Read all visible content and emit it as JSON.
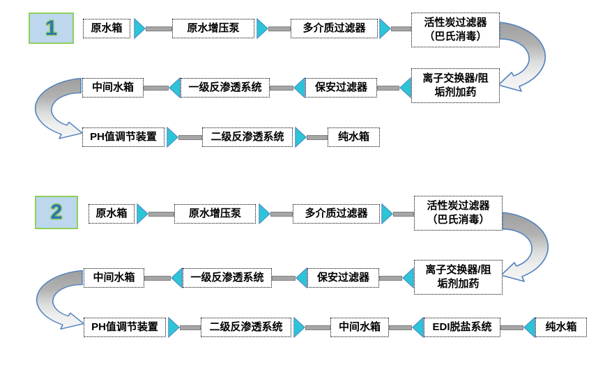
{
  "colors": {
    "arrowhead_fill": "#2CC5D8",
    "arrowhead_stroke": "#4F81BD",
    "connector_fill": "#A6A6A6",
    "connector_border": "#7F7F7F",
    "uturn_gray": "#A9A9A9",
    "uturn_light": "#F2F2F2",
    "badge_fill": "#BDD7EE",
    "badge_border": "#8FCE5A",
    "badge_number": "#2E74B5",
    "box_border": "#000000"
  },
  "flow1": {
    "badge": "1",
    "raw_water_tank": "原水箱",
    "booster_pump": "原水增压泵",
    "multimedia_filter": "多介质过滤器",
    "carbon_filter": "活性炭过滤器\n（巴氏消毒）",
    "ion_exchanger": "离子交换器/阻\n垢剂加药",
    "security_filter": "保安过滤器",
    "ro_stage1": "一级反渗透系统",
    "mid_tank": "中间水箱",
    "ph_adjust": "PH值调节装置",
    "ro_stage2": "二级反渗透系统",
    "pure_tank": "纯水箱"
  },
  "flow2": {
    "badge": "2",
    "raw_water_tank": "原水箱",
    "booster_pump": "原水增压泵",
    "multimedia_filter": "多介质过滤器",
    "carbon_filter": "活性炭过滤器\n（巴氏消毒）",
    "ion_exchanger": "离子交换器/阻\n垢剂加药",
    "security_filter": "保安过滤器",
    "ro_stage1": "一级反渗透系统",
    "mid_tank": "中间水箱",
    "ph_adjust": "PH值调节装置",
    "ro_stage2": "二级反渗透系统",
    "mid_tank2": "中间水箱",
    "edi_system": "EDI脱盐系统",
    "pure_tank": "纯水箱"
  }
}
